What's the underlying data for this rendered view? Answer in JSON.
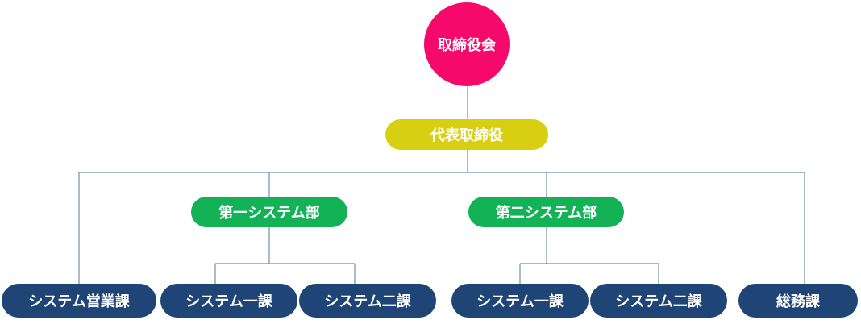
{
  "colors": {
    "board": "#f5096b",
    "president": "#d8cf12",
    "division": "#13b256",
    "section": "#1f4476",
    "line": "#6e8fa9"
  },
  "nodes": {
    "board": "取締役会",
    "president": "代表取締役",
    "division1": "第一システム部",
    "division2": "第二システム部",
    "sales": "システム営業課",
    "d1_section1": "システム一課",
    "d1_section2": "システム二課",
    "d2_section1": "システム一課",
    "d2_section2": "システム二課",
    "general_affairs": "総務課"
  }
}
